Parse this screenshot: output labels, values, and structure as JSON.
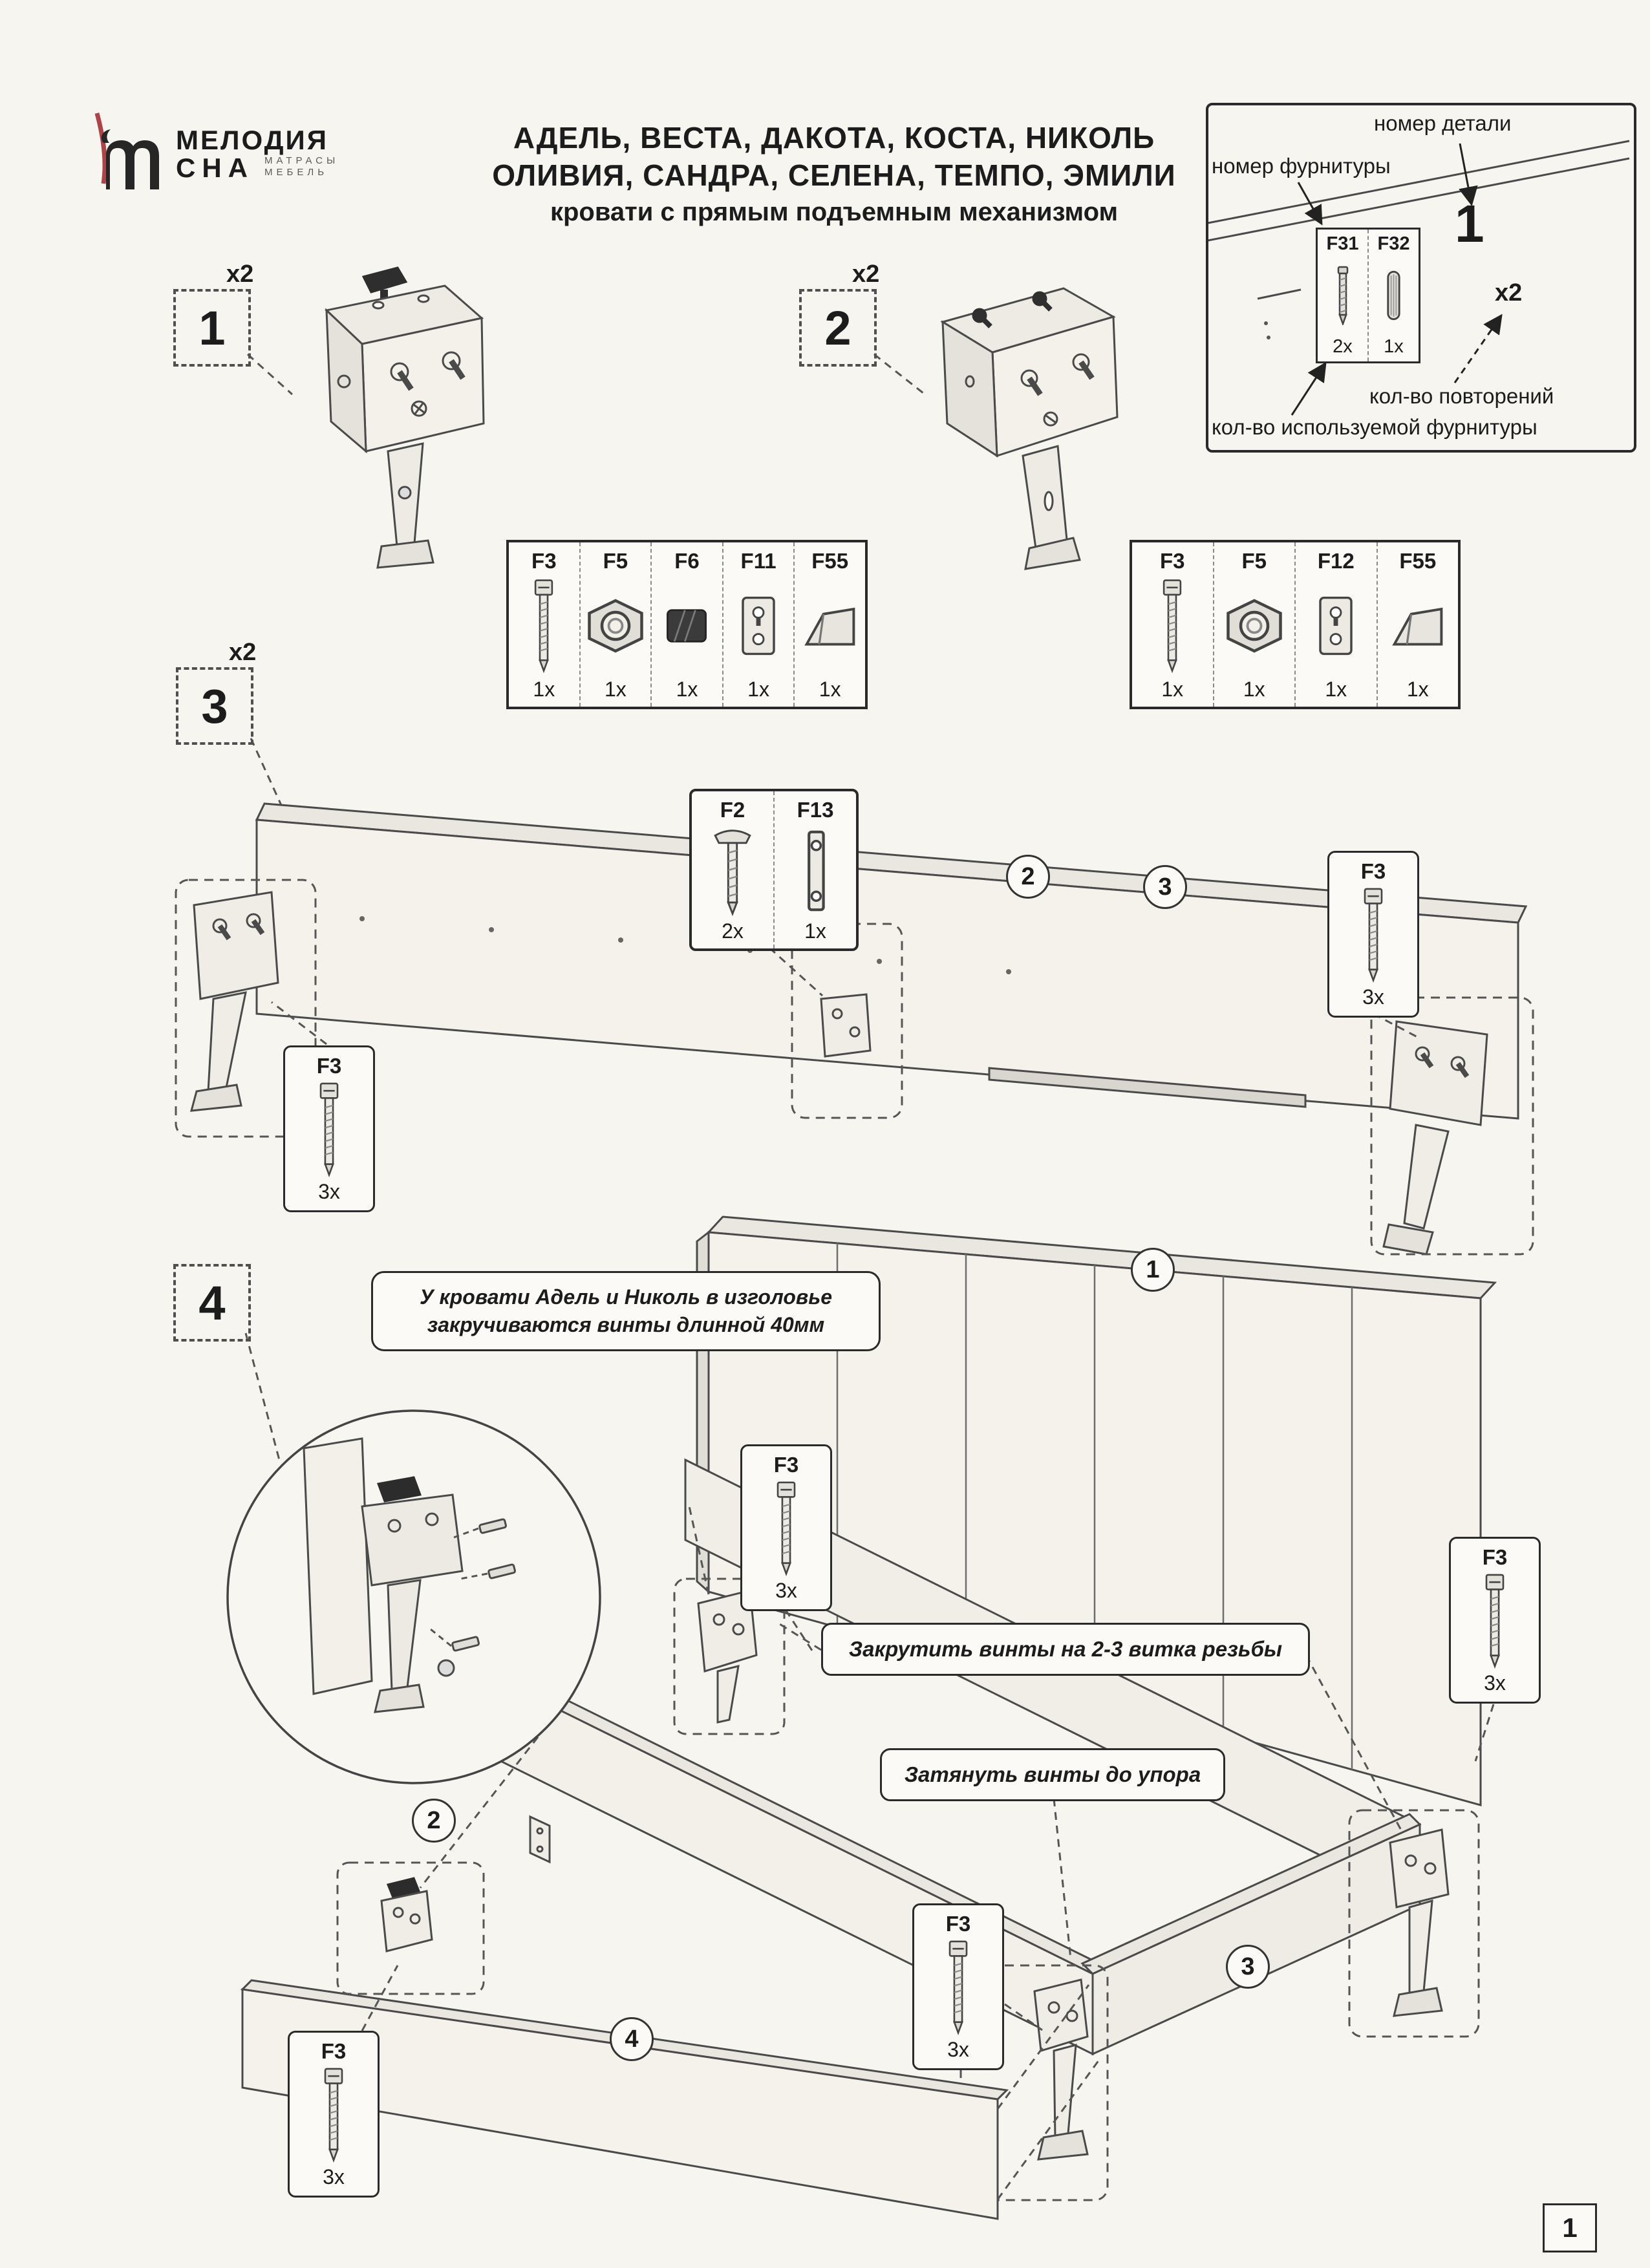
{
  "page": {
    "number": "1"
  },
  "logo": {
    "line1": "МЕЛОДИЯ",
    "line2": "СНА",
    "sub1": "МАТРАСЫ",
    "sub2": "МЕБЕЛЬ"
  },
  "title": {
    "line1": "АДЕЛЬ, ВЕСТА, ДАКОТА, КОСТА, НИКОЛЬ",
    "line2": "ОЛИВИЯ, САНДРА, СЕЛЕНА, ТЕМПО, ЭМИЛИ",
    "line3": "кровати с прямым подъемным механизмом"
  },
  "legend": {
    "part_number_label": "номер детали",
    "part_number_example": "1",
    "hardware_number_label": "номер фурнитуры",
    "repeat_label": "кол-во повторений",
    "repeat_example": "x2",
    "hardware_qty_label": "кол-во используемой фурнитуры",
    "hardware": [
      {
        "code": "F31",
        "qty": "2x",
        "icon": "confirmat-screw-icon"
      },
      {
        "code": "F32",
        "qty": "1x",
        "icon": "dowel-icon"
      }
    ]
  },
  "steps": {
    "s1": {
      "number": "1",
      "repeat": "x2"
    },
    "s2": {
      "number": "2",
      "repeat": "x2"
    },
    "s3": {
      "number": "3",
      "repeat": "x2"
    },
    "s4": {
      "number": "4"
    }
  },
  "hw_box1": {
    "items": [
      {
        "code": "F3",
        "qty": "1x",
        "icon": "screw-icon"
      },
      {
        "code": "F5",
        "qty": "1x",
        "icon": "nut-icon"
      },
      {
        "code": "F6",
        "qty": "1x",
        "icon": "clip-icon"
      },
      {
        "code": "F11",
        "qty": "1x",
        "icon": "bracket-plate-icon"
      },
      {
        "code": "F55",
        "qty": "1x",
        "icon": "wedge-icon"
      }
    ]
  },
  "hw_box2": {
    "items": [
      {
        "code": "F3",
        "qty": "1x",
        "icon": "screw-icon"
      },
      {
        "code": "F5",
        "qty": "1x",
        "icon": "nut-icon"
      },
      {
        "code": "F12",
        "qty": "1x",
        "icon": "bracket-plate-icon"
      },
      {
        "code": "F55",
        "qty": "1x",
        "icon": "wedge-icon"
      }
    ]
  },
  "callout_f2_f13": {
    "items": [
      {
        "code": "F2",
        "qty": "2x",
        "icon": "flat-head-screw-icon"
      },
      {
        "code": "F13",
        "qty": "1x",
        "icon": "strip-plate-icon"
      }
    ]
  },
  "callout_f3": {
    "code": "F3",
    "qty": "3x",
    "icon": "screw-icon"
  },
  "notes": {
    "headboard_line1": "У кровати Адель и Николь в изголовье",
    "headboard_line2": "закручиваются винты длинной 40мм",
    "partial_tighten": "Закрутить винты на 2-3 витка резьбы",
    "full_tighten": "Затянуть винты до упора"
  },
  "markers": {
    "m1": "1",
    "m2": "2",
    "m3": "3",
    "m4": "4"
  }
}
